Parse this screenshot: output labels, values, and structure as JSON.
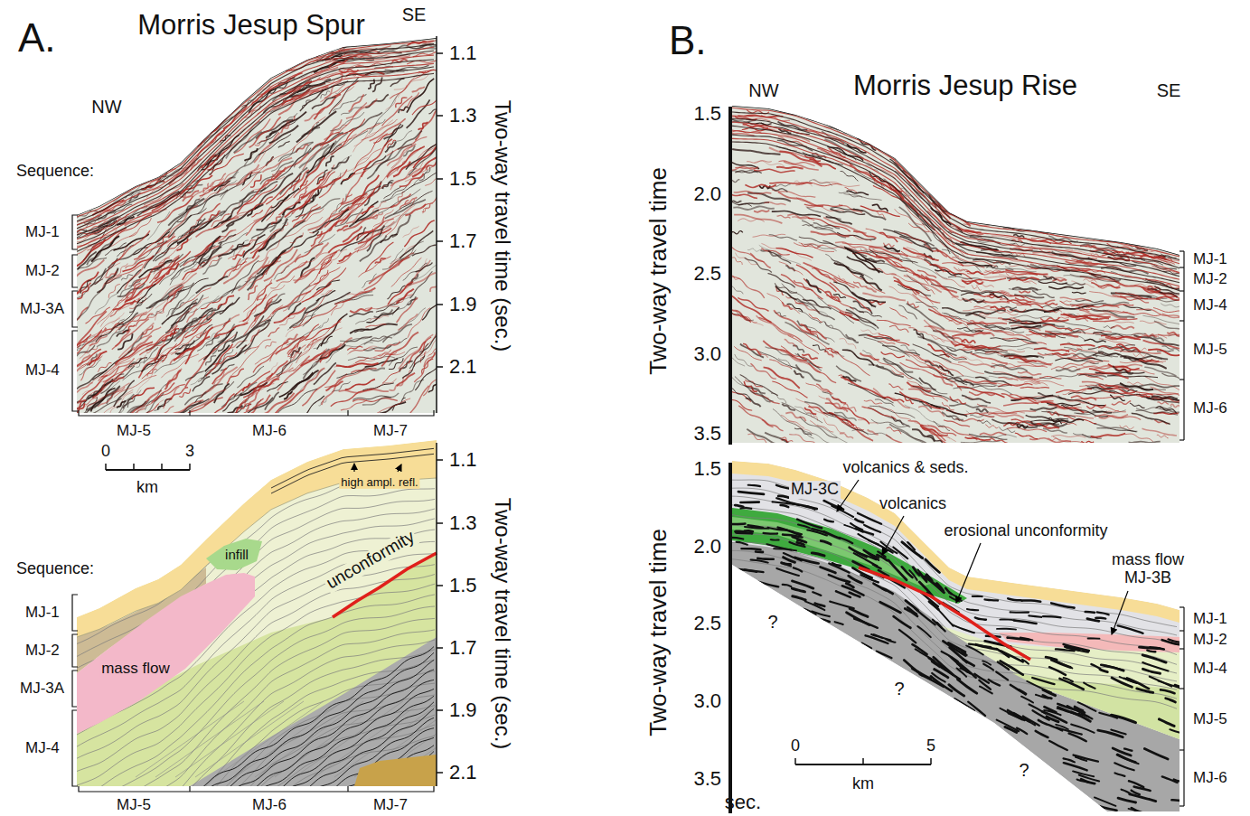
{
  "diagram": {
    "nodes": [
      {
        "text": [
          "infill"
        ]
      },
      {
        "text": [
          "mass flow"
        ]
      }
    ],
    "labels": [
      "A.",
      "Morris Jesup Spur",
      "NW",
      "SE",
      "Sequence:",
      "MJ-1",
      "MJ-2",
      "MJ-3A",
      "MJ-4",
      "1.1",
      "1.3",
      "1.5",
      "1.7",
      "1.9",
      "2.1",
      "Two-way travel time (sec.)",
      "MJ-5",
      "MJ-6",
      "MJ-7",
      "0",
      "3",
      "km",
      "Sequence:",
      "MJ-1",
      "MJ-2",
      "MJ-3A",
      "MJ-4",
      "high ampl. refl.",
      "unconformity",
      "1.1",
      "1.3",
      "1.5",
      "1.7",
      "1.9",
      "2.1",
      "Two-way travel time (sec.)",
      "MJ-5",
      "MJ-6",
      "MJ-7",
      "B.",
      "Morris Jesup Rise",
      "NW",
      "SE",
      "Two-way travel time",
      "1.5",
      "2.0",
      "2.5",
      "3.0",
      "3.5",
      "MJ-1",
      "MJ-2",
      "MJ-4",
      "MJ-5",
      "MJ-6",
      "Two-way travel time",
      "1.5",
      "2.0",
      "2.5",
      "3.0",
      "3.5",
      "sec.",
      "volcanics & seds.",
      "MJ-3C",
      "volcanics",
      "erosional unconformity",
      "mass flow MJ-3B",
      "?",
      "?",
      "?",
      "0",
      "5",
      "km",
      "MJ-1",
      "MJ-2",
      "MJ-4",
      "MJ-5",
      "MJ-6"
    ]
  }
}
